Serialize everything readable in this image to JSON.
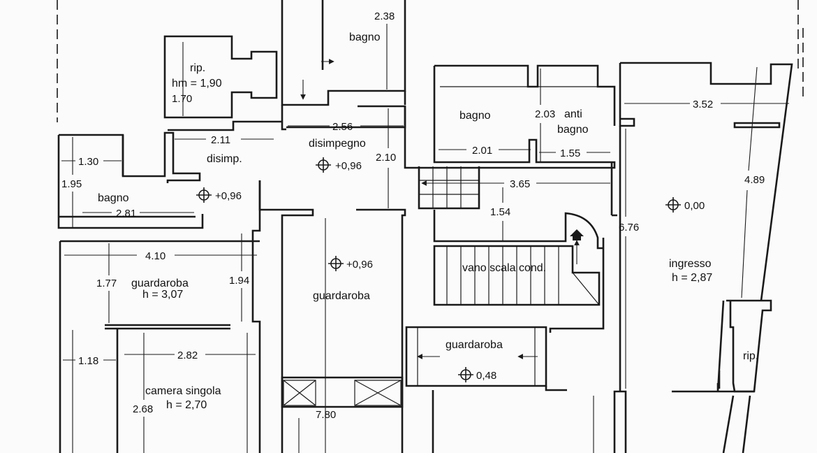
{
  "rooms": {
    "rip_top": "rip.",
    "rip_top_hm": "hm = 1,90",
    "bagno_top": "bagno",
    "disimpegno": "disimpegno",
    "disimp": "disim​p.",
    "bagno_left": "bagno",
    "bagno_center": "bagno",
    "anti": "anti",
    "anti_bagno": "bagno",
    "guardaroba_left": "guardaroba",
    "guardaroba_left_h": "h = 3,07",
    "guardaroba_center": "guardaroba",
    "guardaroba_small": "guardaroba",
    "vano_scala": "vano scala cond.",
    "ingresso": "ingresso",
    "ingresso_h": "h = 2,87",
    "rip_right": "rip.",
    "camera": "camera singola",
    "camera_h": "h = 2,70"
  },
  "dimensions": {
    "d_2_38": "2.38",
    "d_1_70": "1.70",
    "d_2_56": "2.56",
    "d_2_11": "2.11",
    "d_1_30": "1.30",
    "d_1_95": "1.95",
    "d_2_81": "2.81",
    "d_2_10": "2.10",
    "d_2_03": "2.03",
    "d_2_01": "2.01",
    "d_1_55": "1.55",
    "d_3_52": "3.52",
    "d_3_65": "3.65",
    "d_1_54": "1.54",
    "d_4_89": "4.89",
    "d_6_76": "6.76",
    "d_4_10": "4.10",
    "d_1_77": "1.77",
    "d_1_94": "1.94",
    "d_1_18": "1.18",
    "d_2_82": "2.82",
    "d_2_68": "2.68",
    "d_7_80": "7.80"
  },
  "levels": {
    "lv_disimpegno": "+0,96",
    "lv_bagno": "+0,96",
    "lv_guardaroba": "+0,96",
    "lv_ingresso": "0,00",
    "lv_guardaroba_small": "0,48"
  },
  "colors": {
    "ink": "#1a1a1a",
    "paper": "#fbfbfb"
  }
}
